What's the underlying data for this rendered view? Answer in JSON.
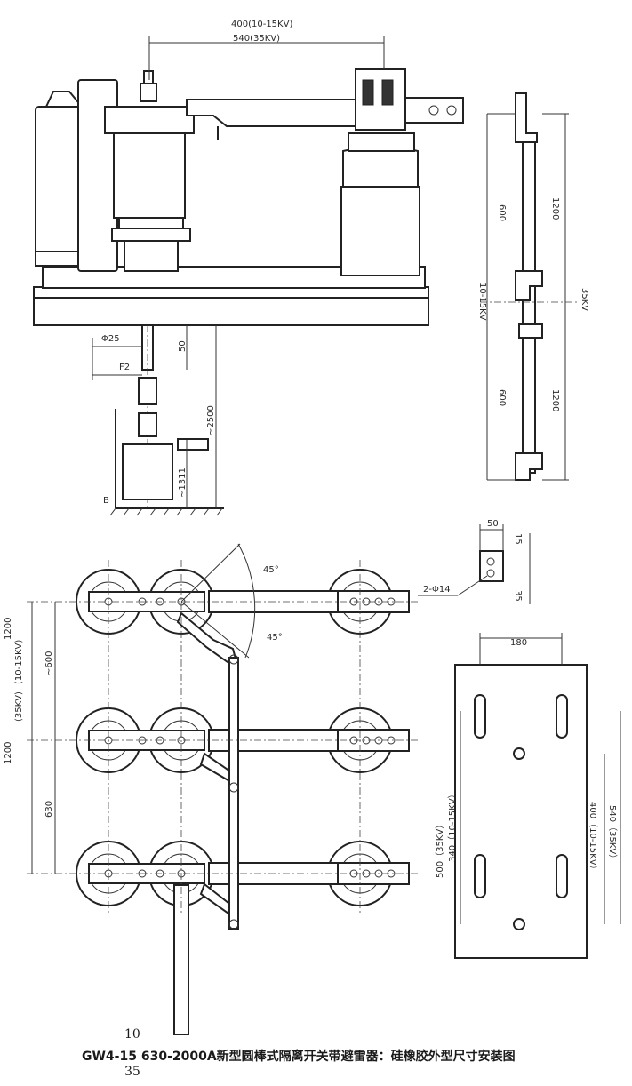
{
  "title": "GW4-15 630-2000A新型圆棒式隔离开关带避雷器：硅橡胶外型尺寸安装图",
  "page_numbers": {
    "top": "10",
    "bottom": "35"
  },
  "side_view": {
    "dim_top_1": "400(10-15KV)",
    "dim_top_2": "540(35KV)",
    "phi25": "Φ25",
    "dim_50": "50",
    "f2": "F2",
    "dim_2500": "~2500",
    "dim_1311": "~1311",
    "label_b": "B"
  },
  "right_elevation": {
    "dim_600_top": "600",
    "dim_1200_top": "1200",
    "label_10_15kv": "10-15KV",
    "label_35kv": "35KV",
    "dim_600_bottom": "600",
    "dim_1200_bottom": "1200"
  },
  "small_detail": {
    "dim_50": "50",
    "dim_15": "15",
    "dim_35": "35",
    "holes": "2-Φ14"
  },
  "plan_view": {
    "angle_1": "45°",
    "angle_2": "45°",
    "dim_600": "~600",
    "dim_1200_1": "1200",
    "dim_35kv_paren": "(35KV)",
    "dim_1200_2": "1200",
    "dim_10_15kv_paren": "(10-15KV)",
    "dim_630": "630"
  },
  "plate": {
    "dim_180": "180",
    "dim_500": "500（35KV）",
    "dim_340": "340（10-15KV）",
    "dim_400": "400（10-15KV）",
    "dim_540": "540（35KV）"
  },
  "colors": {
    "ink": "#222222",
    "paper": "#ffffff"
  }
}
